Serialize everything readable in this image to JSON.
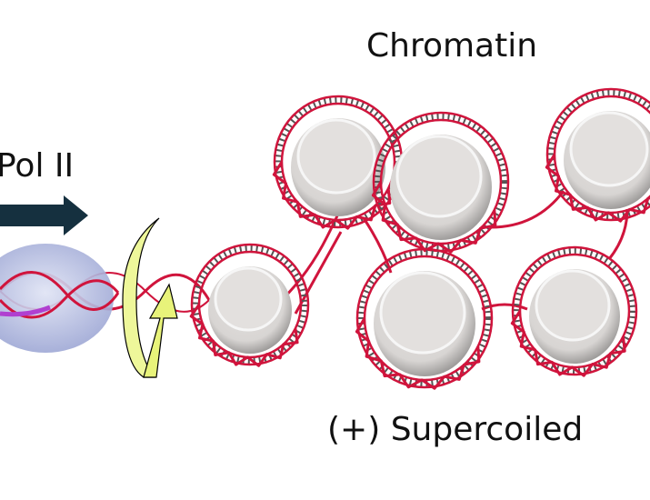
{
  "labels": {
    "chromatin": "Chromatin",
    "pol": "Pol II",
    "supercoiled": "(+) Supercoiled"
  },
  "colors": {
    "dna": "#d0143c",
    "arrow": "#15303f",
    "rotation_arrow": "#eef79a",
    "polymerase": "#aab4dc",
    "histone": "#e2dfdd",
    "rna": "#b040d0"
  }
}
